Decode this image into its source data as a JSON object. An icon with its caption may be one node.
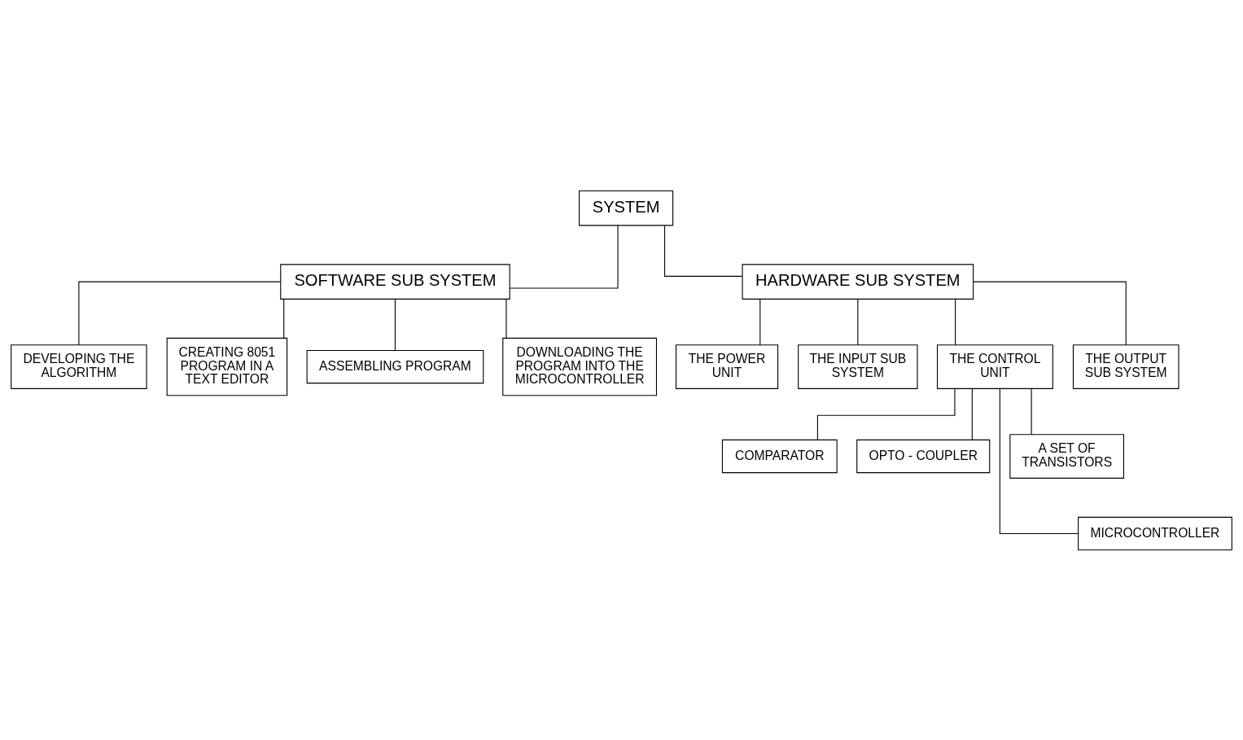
{
  "diagram": {
    "nodes": [
      {
        "text": [
          "SYSTEM"
        ]
      },
      {
        "text": [
          "SOFTWARE SUB SYSTEM"
        ]
      },
      {
        "text": [
          "HARDWARE SUB SYSTEM"
        ]
      },
      {
        "text": [
          "DEVELOPING THE ALGORITHM"
        ]
      },
      {
        "text": [
          "CREATING 8051 PROGRAM IN A TEXT EDITOR"
        ]
      },
      {
        "text": [
          "ASSEMBLING PROGRAM"
        ]
      },
      {
        "text": [
          "DOWNLOADING THE PROGRAM INTO THE MICROCONTROLLER"
        ]
      },
      {
        "text": [
          "THE POWER UNIT"
        ]
      },
      {
        "text": [
          "THE INPUT SUB SYSTEM"
        ]
      },
      {
        "text": [
          "THE CONTROL UNIT"
        ]
      },
      {
        "text": [
          "THE OUTPUT SUB SYSTEM"
        ]
      },
      {
        "text": [
          "COMPARATOR"
        ]
      },
      {
        "text": [
          "OPTO - COUPLER"
        ]
      },
      {
        "text": [
          "A SET OF TRANSISTORS"
        ]
      },
      {
        "text": [
          "MICROCONTROLLER"
        ]
      }
    ],
    "edges": [
      {
        "from": 0,
        "to": 1,
        "arrow": "none"
      },
      {
        "from": 0,
        "to": 2,
        "arrow": "none"
      },
      {
        "from": 1,
        "to": 3,
        "arrow": "none"
      },
      {
        "from": 1,
        "to": 4,
        "arrow": "none"
      },
      {
        "from": 1,
        "to": 5,
        "arrow": "none"
      },
      {
        "from": 1,
        "to": 6,
        "arrow": "none"
      },
      {
        "from": 2,
        "to": 7,
        "arrow": "none"
      },
      {
        "from": 2,
        "to": 8,
        "arrow": "none"
      },
      {
        "from": 2,
        "to": 9,
        "arrow": "none"
      },
      {
        "from": 2,
        "to": 10,
        "arrow": "none"
      },
      {
        "from": 9,
        "to": 11,
        "arrow": "none"
      },
      {
        "from": 9,
        "to": 12,
        "arrow": "none"
      },
      {
        "from": 9,
        "to": 13,
        "arrow": "none"
      },
      {
        "from": 9,
        "to": 14,
        "arrow": "none"
      }
    ]
  }
}
